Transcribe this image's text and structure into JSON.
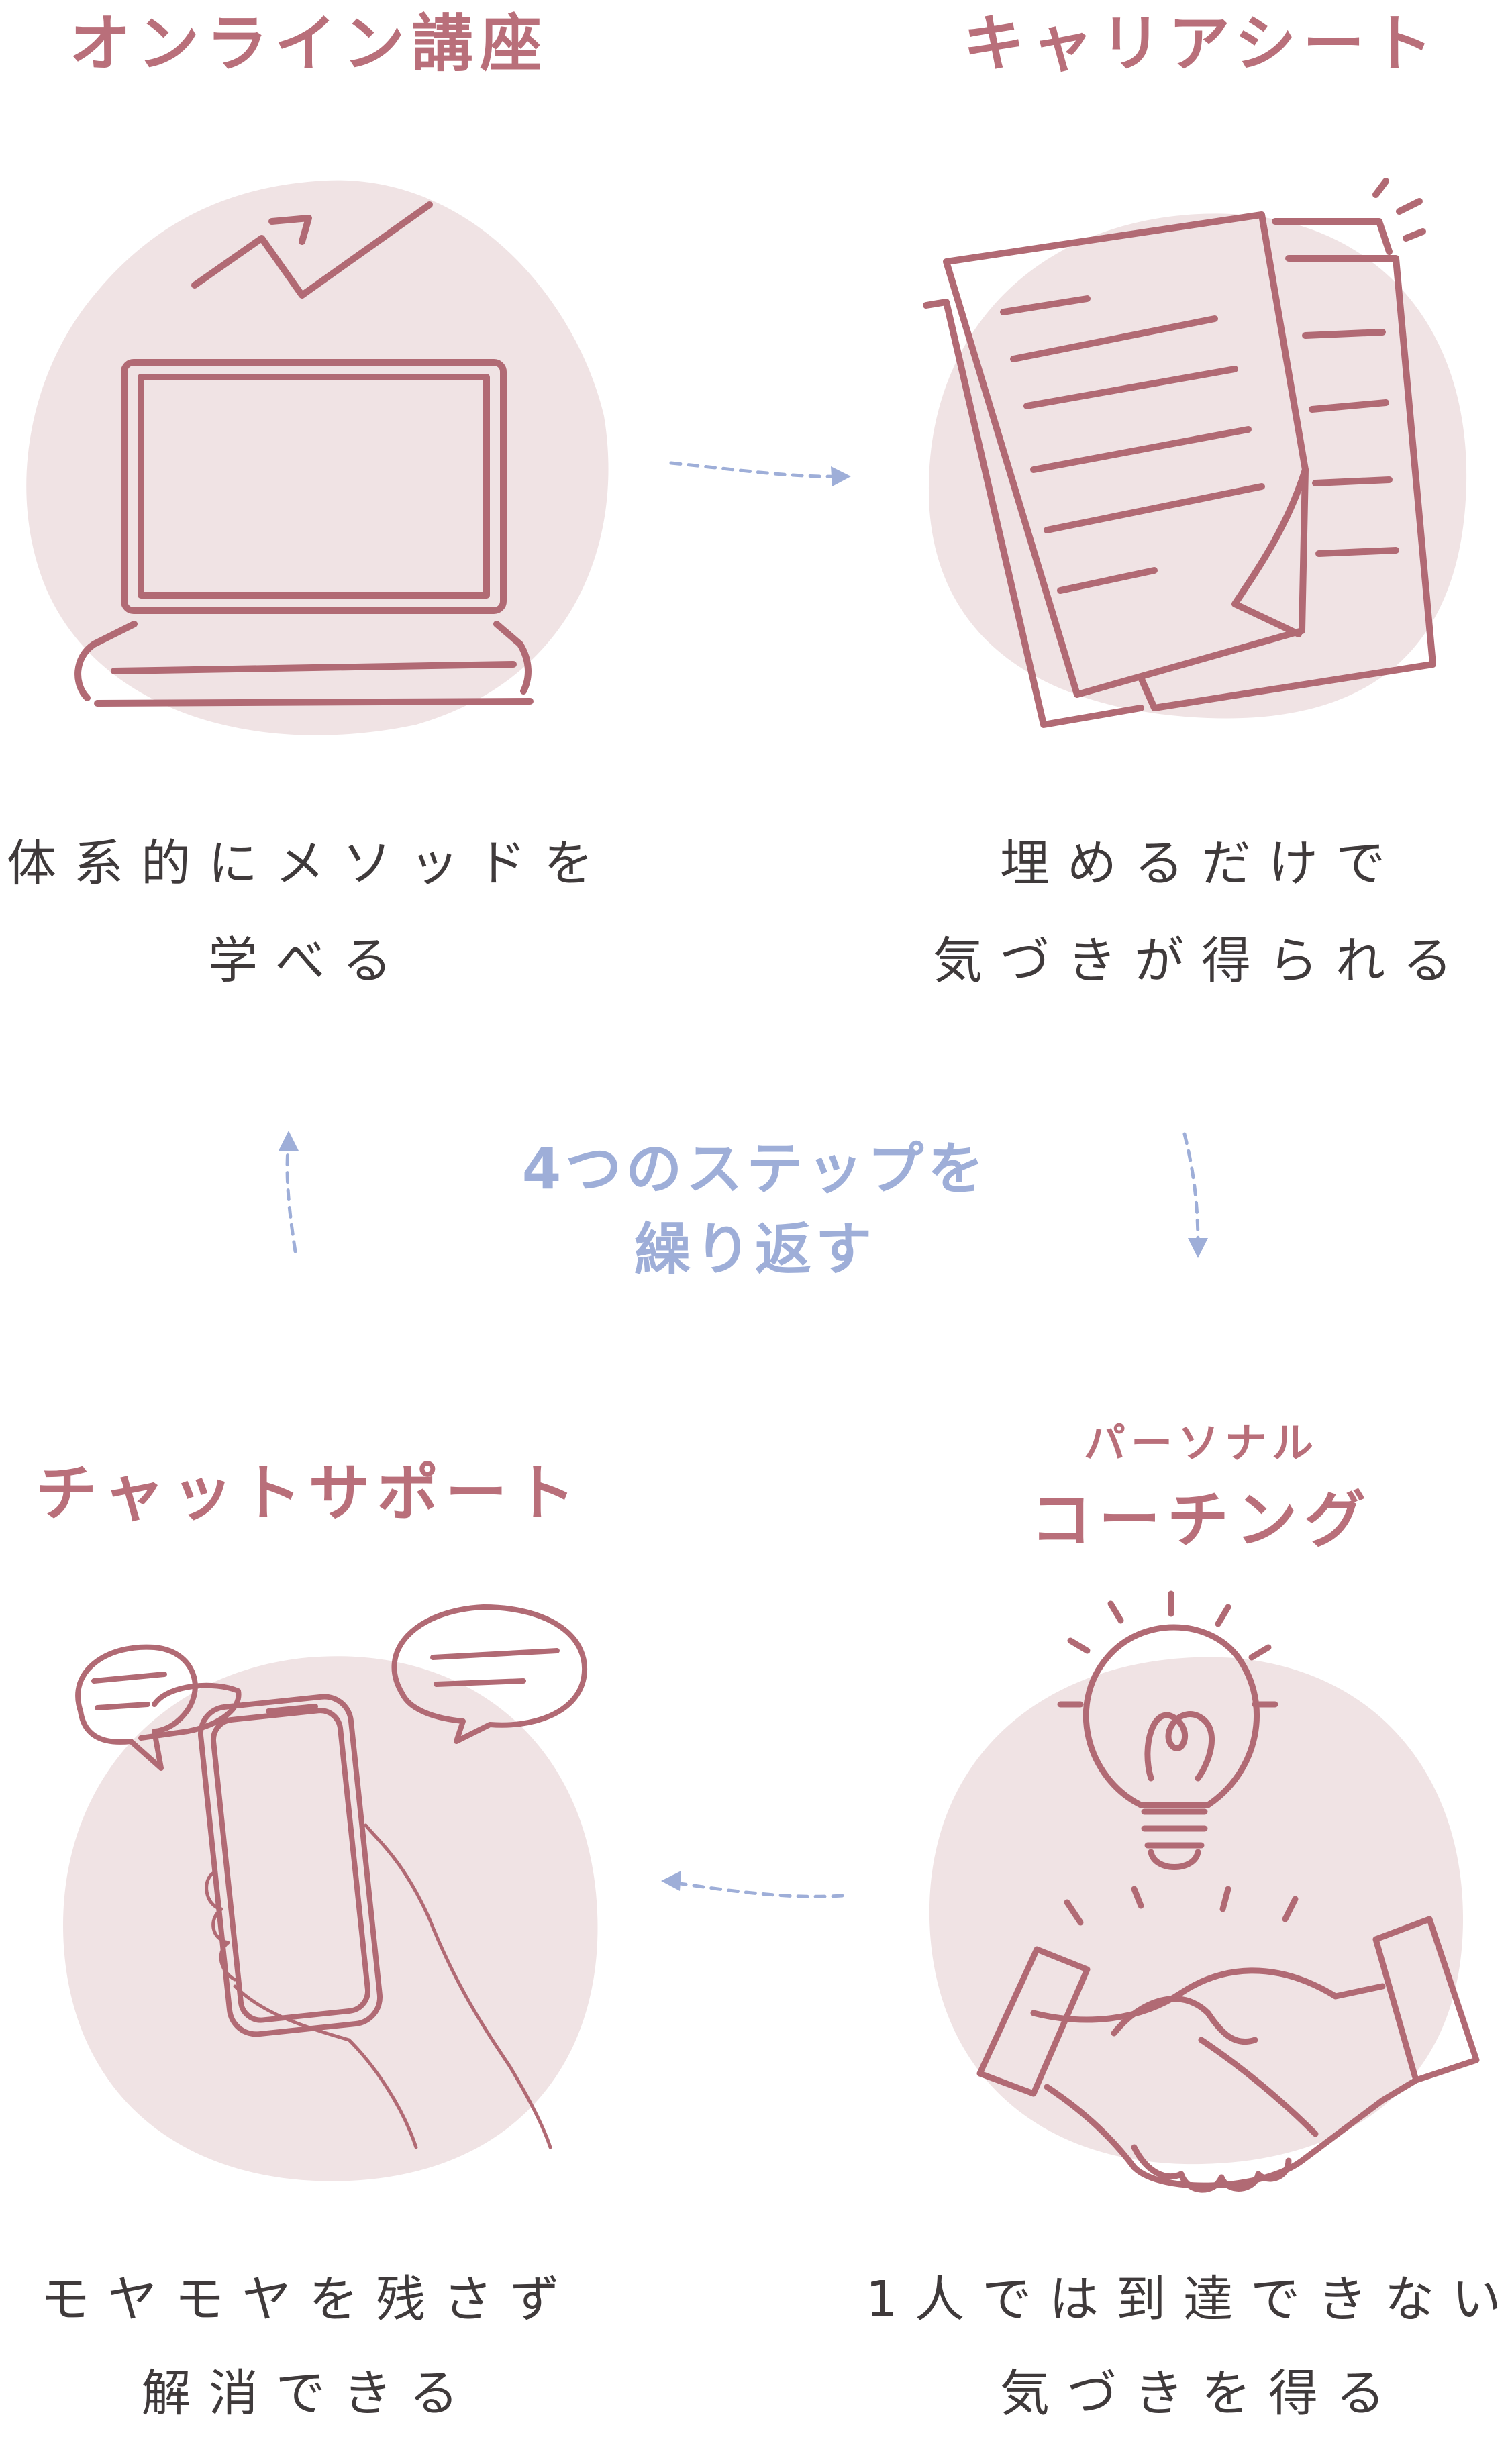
{
  "steps": [
    {
      "title": "オンライン講座",
      "desc_line1": "体系的にメソッドを",
      "desc_line2": "学べる"
    },
    {
      "title": "キャリアシート",
      "desc_line1": "埋めるだけで",
      "desc_line2": "気づきが得られる"
    },
    {
      "subtitle": "パーソナル",
      "title": "コーチング",
      "desc_line1": "1人では到達できない",
      "desc_line2": "気づきを得る"
    },
    {
      "title": "チャットサポート",
      "desc_line1": "モヤモヤを残さず",
      "desc_line2": "解消できる"
    }
  ],
  "center": {
    "line1": "4つのステップを",
    "line2": "繰り返す"
  },
  "colors": {
    "accent": "#b96f7a",
    "blob": "#f0e3e4",
    "arrow": "#9eaed8",
    "text": "#3f3a3b"
  },
  "icons": [
    "laptop-icon",
    "documents-icon",
    "lightbulb-handshake-icon",
    "smartphone-chat-icon"
  ]
}
